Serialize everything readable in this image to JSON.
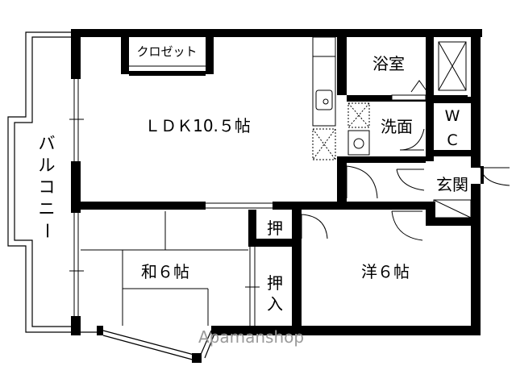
{
  "labels": {
    "closet": "クロゼット",
    "ldk": "ＬＤＫ10.５帖",
    "bath": "浴室",
    "washroom": "洗面",
    "wc": "WC",
    "entrance": "玄関",
    "balcony": "バルコニー",
    "oshi": "押",
    "oshiire": "押入",
    "washitsu": "和６帖",
    "youshitsu": "洋６帖"
  },
  "watermark": "Apamanshop",
  "colors": {
    "wall": "#000000",
    "line": "#000000",
    "watermark": "#9a9a9a",
    "background": "#ffffff"
  }
}
